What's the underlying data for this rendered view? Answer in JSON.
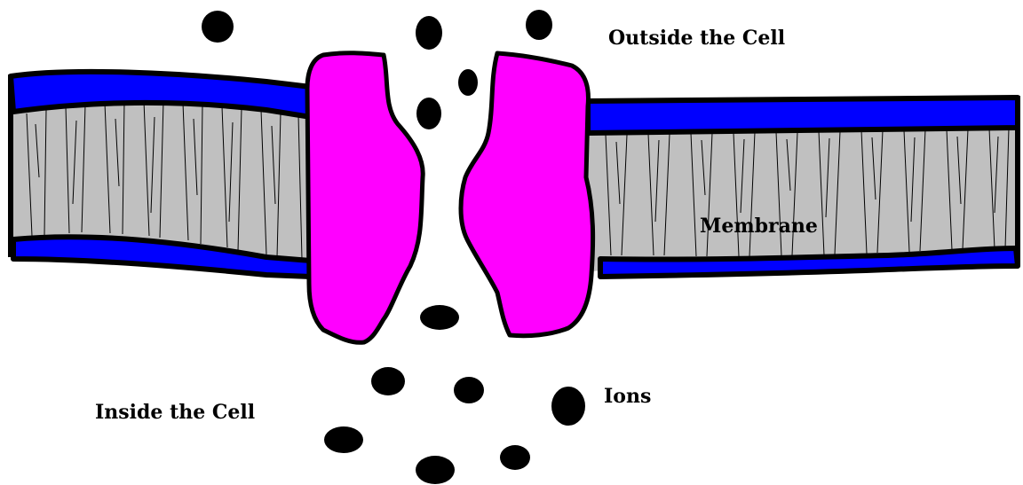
{
  "labels": {
    "outside": "Outside the Cell",
    "membrane": "Membrane",
    "inside": "Inside the Cell",
    "ions": "Ions"
  },
  "colors": {
    "background": "#ffffff",
    "lipid_head": "#0000ff",
    "lipid_core": "#c0c0c0",
    "protein": "#ff00ff",
    "ion": "#000000",
    "outline": "#000000"
  }
}
